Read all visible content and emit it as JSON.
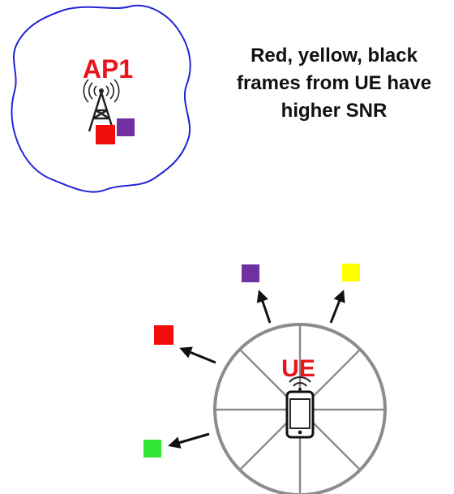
{
  "ap": {
    "label": "AP1",
    "label_color": "#e8161a",
    "coverage_color": "#2323d8",
    "icon": "antenna-tower-icon"
  },
  "caption": {
    "lines": [
      "Red, yellow, black",
      "frames from UE have",
      "higher SNR"
    ]
  },
  "ue": {
    "label": "UE",
    "label_color": "#e8161a",
    "wheel_color": "#8c8c8c",
    "icon": "smartphone-icon",
    "signal_icon": "wifi-signal-icon"
  },
  "colors": {
    "red": "#f20d0d",
    "purple": "#7030a0",
    "yellow": "#ffff00",
    "green": "#33e533",
    "arrow": "#111111"
  }
}
